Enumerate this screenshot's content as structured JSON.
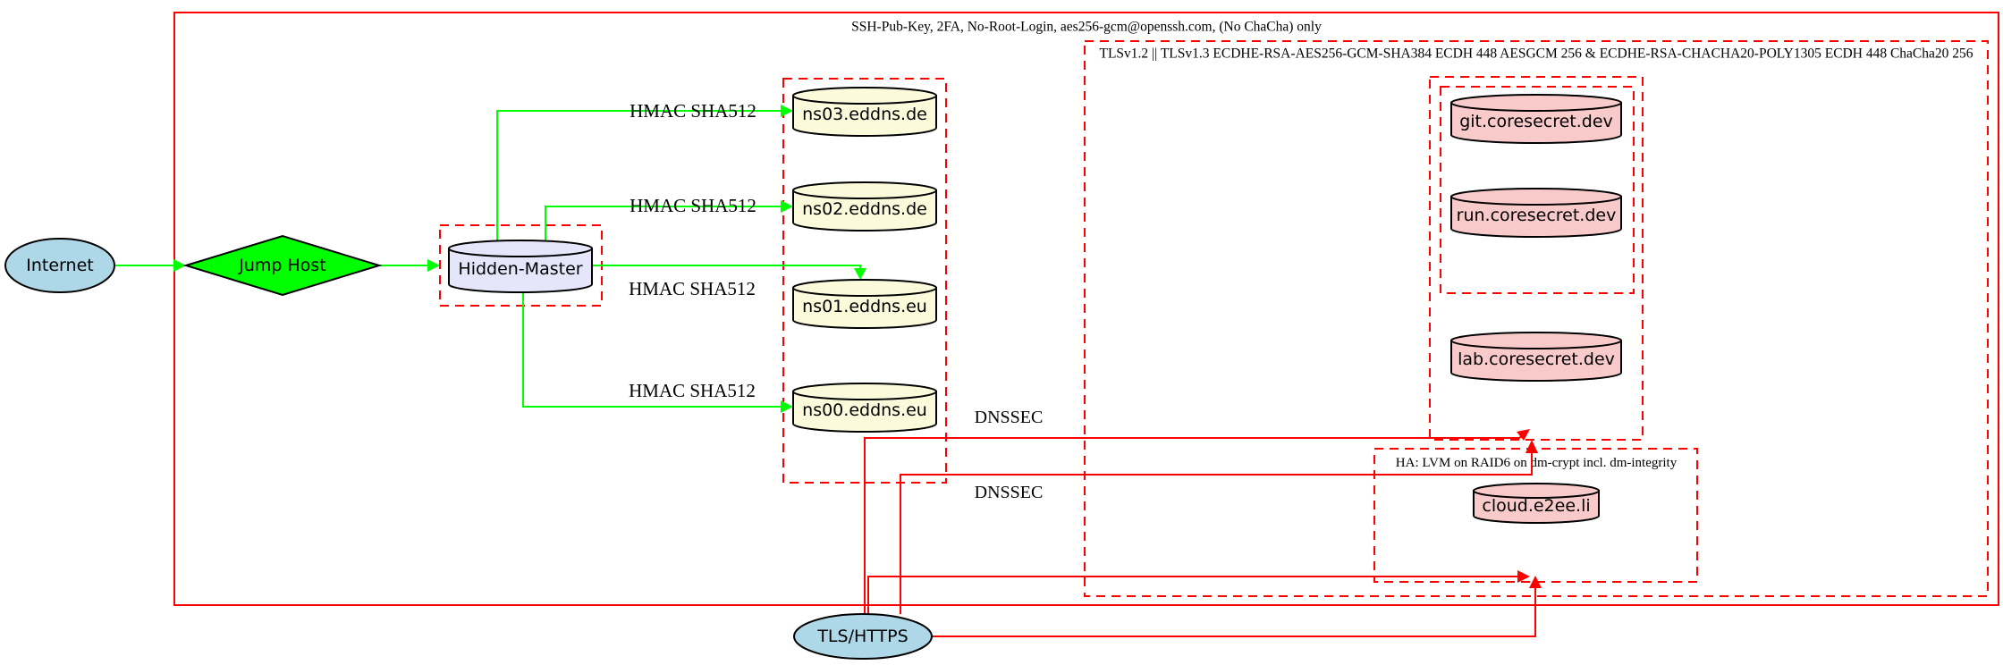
{
  "titles": {
    "security": "SSH-Pub-Key, 2FA, No-Root-Login, aes256-gcm@openssh.com, (No ChaCha) only",
    "tls": "TLSv1.2 || TLSv1.3 ECDHE-RSA-AES256-GCM-SHA384 ECDH 448 AESGCM 256 & ECDHE-RSA-CHACHA20-POLY1305 ECDH 448 ChaCha20 256",
    "ha": "HA: LVM on RAID6 on dm-crypt incl. dm-integrity"
  },
  "nodes": {
    "internet": "Internet",
    "jump_host": "Jump Host",
    "hidden_master": "Hidden-Master",
    "ns03": "ns03.eddns.de",
    "ns02": "ns02.eddns.de",
    "ns01": "ns01.eddns.eu",
    "ns00": "ns00.eddns.eu",
    "git": "git.coresecret.dev",
    "run": "run.coresecret.dev",
    "lab": "lab.coresecret.dev",
    "cloud": "cloud.e2ee.li",
    "tls_https": "TLS/HTTPS"
  },
  "edge_labels": {
    "hmac_ns03": "HMAC SHA512",
    "hmac_ns02": "HMAC SHA512",
    "hmac_ns01": "HMAC SHA512",
    "hmac_ns00": "HMAC SHA512",
    "dnssec_a": "DNSSEC",
    "dnssec_b": "DNSSEC"
  },
  "colors": {
    "boundary_red": "#ff0000",
    "edge_green": "#00ff00",
    "node_blue": "#aed7e8",
    "node_lavender": "#e6e6fa",
    "node_yellow": "#fbfbdb",
    "node_pink": "#f9caca"
  }
}
